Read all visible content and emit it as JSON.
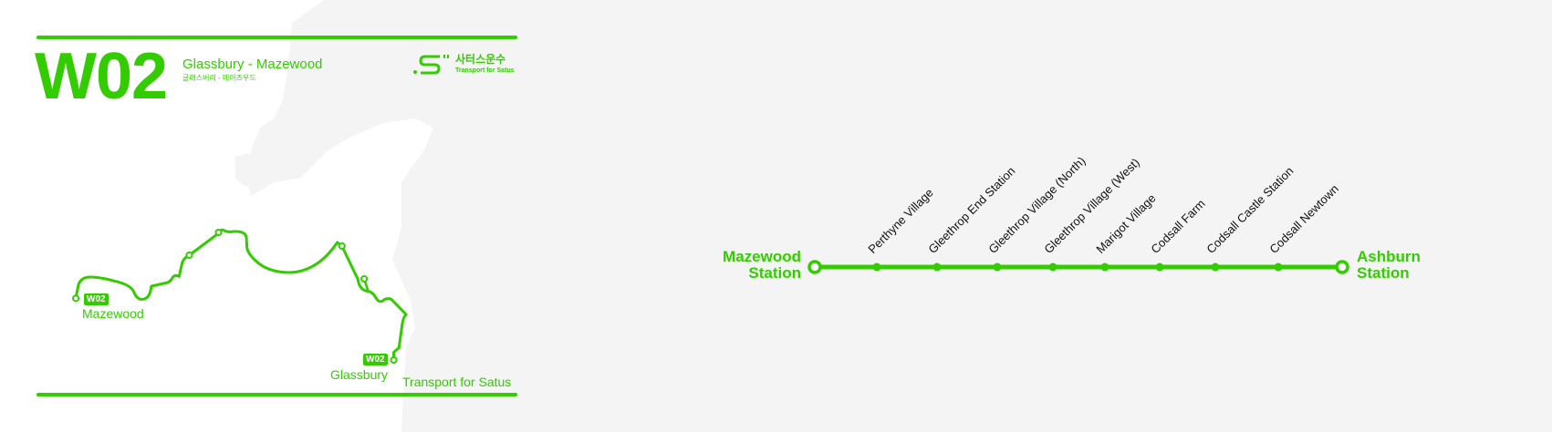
{
  "header": {
    "route_code": "W02",
    "route_title": "Glassbury - Mazewood",
    "route_title_kr": "글래스버리 - 메이즈우드",
    "logo_kr": "사터스운수",
    "logo_en": "Transport for Satus"
  },
  "map": {
    "start_badge": "W02",
    "start_name": "Mazewood",
    "end_badge": "W02",
    "end_name": "Glassbury",
    "footer": "Transport for Satus"
  },
  "line_diagram": {
    "start_terminal": [
      "Mazewood",
      "Station"
    ],
    "end_terminal": [
      "Ashburn",
      "Station"
    ],
    "stops": [
      "Perthyne Village",
      "Gleethrop End Station",
      "Gleethrop Village (North)",
      "Gleethrop Village (West)",
      "Marigot Village",
      "Codsall Farm",
      "Codsall Castle Station",
      "Codsall Newtown"
    ]
  },
  "colors": {
    "accent": "#33cc00",
    "background": "#f4f4f4",
    "sea": "#ffffff"
  }
}
